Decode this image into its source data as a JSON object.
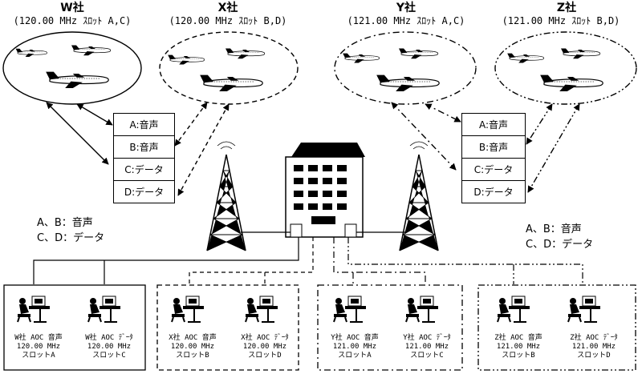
{
  "companies": [
    {
      "name": "W社",
      "freq": "(120.00 MHz ｽﾛｯﾄ A,C)"
    },
    {
      "name": "X社",
      "freq": "(120.00 MHz ｽﾛｯﾄ B,D)"
    },
    {
      "name": "Y社",
      "freq": "(121.00 MHz ｽﾛｯﾄ A,C)"
    },
    {
      "name": "Z社",
      "freq": "(121.00 MHz ｽﾛｯﾄ B,D)"
    }
  ],
  "slots_left": [
    "A:音声",
    "B:音声",
    "C:データ",
    "D:データ"
  ],
  "slots_right": [
    "A:音声",
    "B:音声",
    "C:データ",
    "D:データ"
  ],
  "legend_left": {
    "line1": "A、B：音声",
    "line2": "C、D：データ"
  },
  "legend_right": {
    "line1": "A、B：音声",
    "line2": "C、D：データ"
  },
  "operators": [
    {
      "name": "W社 AOC 音声",
      "freq": "120.00 MHz",
      "slot": "スロットA"
    },
    {
      "name": "W社 AOC ﾃﾞｰﾀ",
      "freq": "120.00 MHz",
      "slot": "スロットC"
    },
    {
      "name": "X社 AOC 音声",
      "freq": "120.00 MHz",
      "slot": "スロットB"
    },
    {
      "name": "X社 AOC ﾃﾞｰﾀ",
      "freq": "120.00 MHz",
      "slot": "スロットD"
    },
    {
      "name": "Y社 AOC 音声",
      "freq": "121.00 MHz",
      "slot": "スロットA"
    },
    {
      "name": "Y社 AOC ﾃﾞｰﾀ",
      "freq": "121.00 MHz",
      "slot": "スロットC"
    },
    {
      "name": "Z社 AOC 音声",
      "freq": "121.00 MHz",
      "slot": "スロットB"
    },
    {
      "name": "Z社 AOC ﾃﾞｰﾀ",
      "freq": "121.00 MHz",
      "slot": "スロットD"
    }
  ]
}
